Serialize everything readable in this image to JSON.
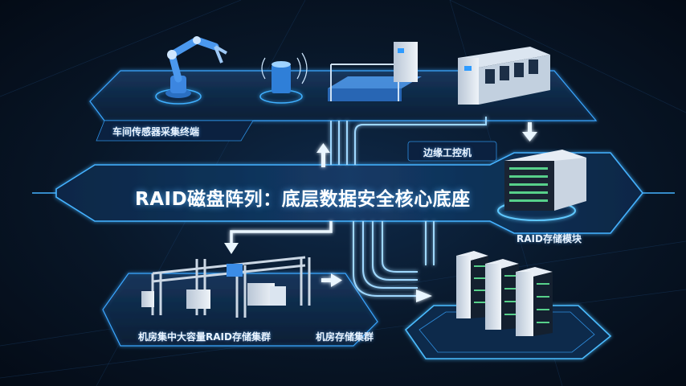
{
  "title": "RAID磁盘阵列：底层数据安全核心底座",
  "nodes": {
    "sensors": "车间传感器采集终端",
    "edge": "边缘工控机",
    "raid_module": "RAID存储模块",
    "datacenter_raid": "机房集中大容量RAID存储集群",
    "server_cluster": "机房存储集群"
  },
  "colors": {
    "accent": "#2e9bff",
    "glow": "#5fd0ff",
    "panel": "#0d2440",
    "text": "#eaf4ff"
  }
}
